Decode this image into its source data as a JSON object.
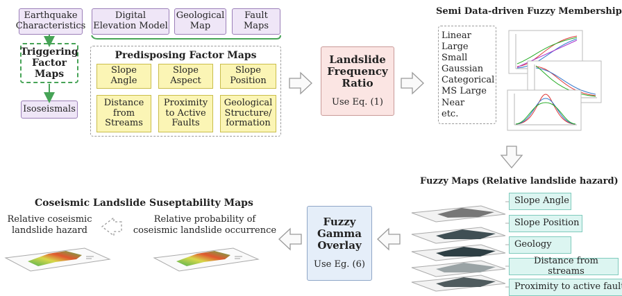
{
  "inputs": {
    "earthquake": "Earthquake Characteristics",
    "dem": "Digital Elevation Model",
    "geo_map": "Geological Map",
    "fault": "Fault Maps"
  },
  "triggering": "Triggering Factor Maps",
  "isoseismals": "Isoseismals",
  "predisposing": {
    "title": "Predisposing Factor Maps",
    "factors": [
      "Slope Angle",
      "Slope Aspect",
      "Slope Position",
      "Distance from Streams",
      "Proximity to Active Faults",
      "Geological Structure/ formation"
    ]
  },
  "lfr": {
    "title": "Landslide Frequency Ratio",
    "eq": "Use Eq. (1)"
  },
  "fuzzy_membership": {
    "title": "Semi Data-driven Fuzzy Memberships",
    "types": [
      "Linear",
      "Large",
      "Small",
      "Gaussian",
      "Categorical",
      "MS Large",
      "Near",
      "etc."
    ]
  },
  "fuzzy_maps": {
    "title": "Fuzzy Maps (Relative landslide hazard)",
    "layers": [
      "Slope Angle",
      "Slope Position",
      "Geology",
      "Distance from streams",
      "Proximity to active faults"
    ]
  },
  "gamma": {
    "title": "Fuzzy Gamma Overlay",
    "eq": "Use Eg. (6)"
  },
  "output": {
    "title": "Coseismic Landslide Suseptability Maps",
    "hazard_label": "Relative coseismic landslide hazard",
    "prob_label": "Relative probability of coseismic landslide occurrence"
  },
  "colors": {
    "purple": "#efe6f7",
    "yellow": "#fbf5b5",
    "green": "#46a356",
    "pink": "#fbe5e3",
    "blue": "#e5eef9",
    "cyan": "#dcf5f1"
  }
}
